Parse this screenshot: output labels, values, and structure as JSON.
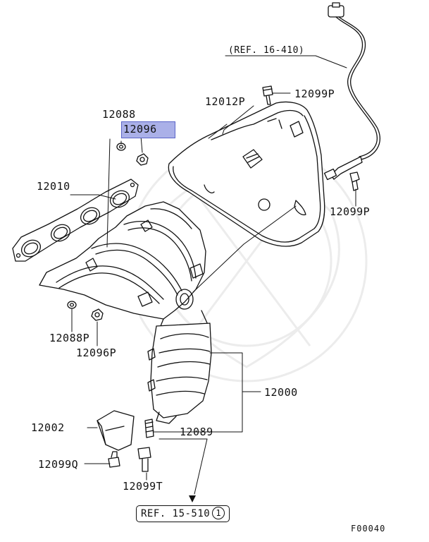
{
  "diagram_code": "F00040",
  "highlight_part": "12096",
  "labels": {
    "p12088": "12088",
    "p12096": "12096",
    "p12010": "12010",
    "p12012P": "12012P",
    "p12099P_top": "12099P",
    "p12099P_right": "12099P",
    "p12088P": "12088P",
    "p12096P": "12096P",
    "p12000": "12000",
    "p12002": "12002",
    "p12089": "12089",
    "p12099Q": "12099Q",
    "p12099T": "12099T"
  },
  "refs": {
    "top": "(REF. 16-410)",
    "bottom_text": "REF. 15-510",
    "bottom_circle": "1"
  },
  "colors": {
    "line": "#111111",
    "highlight_fill": "#aab0e8",
    "highlight_border": "#5a64c8",
    "watermark": "#ececec"
  }
}
